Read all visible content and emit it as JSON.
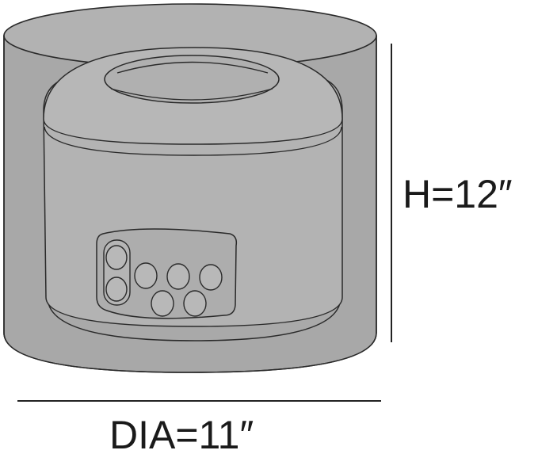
{
  "dimensions": {
    "height_label": "H=12″",
    "diameter_label": "DIA=11″"
  },
  "colors": {
    "cover_fill": "#a8a8a8",
    "cover_top_fill": "#b4b4b4",
    "appliance_fill": "#b0b0b0",
    "stroke": "#2a2a2a",
    "dimension_line": "#222222",
    "text": "#1a1a1a"
  },
  "illustration": {
    "object": "appliance-with-round-cover",
    "control_panel_buttons": 7
  }
}
